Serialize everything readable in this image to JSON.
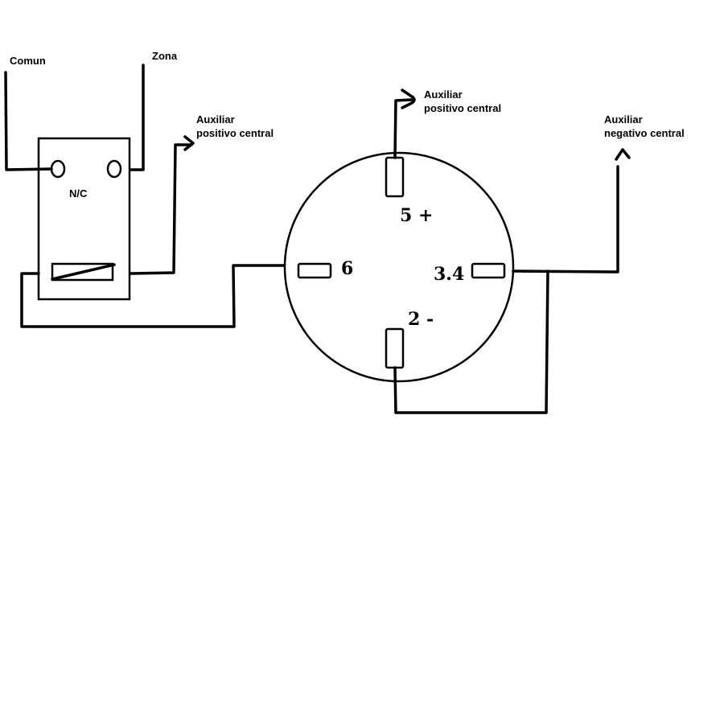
{
  "relay": {
    "label_comun": "Comun",
    "label_zona": "Zona",
    "label_nc": "N/C"
  },
  "aux_left": {
    "line1": "Auxiliar",
    "line2": "positivo central"
  },
  "base": {
    "terminal_top": "5 +",
    "terminal_left": "6",
    "terminal_right": "3.4",
    "terminal_bottom": "2 -"
  },
  "aux_top": {
    "line1": "Auxiliar",
    "line2": "positivo central"
  },
  "aux_right": {
    "line1": "Auxiliar",
    "line2": "negativo central"
  }
}
